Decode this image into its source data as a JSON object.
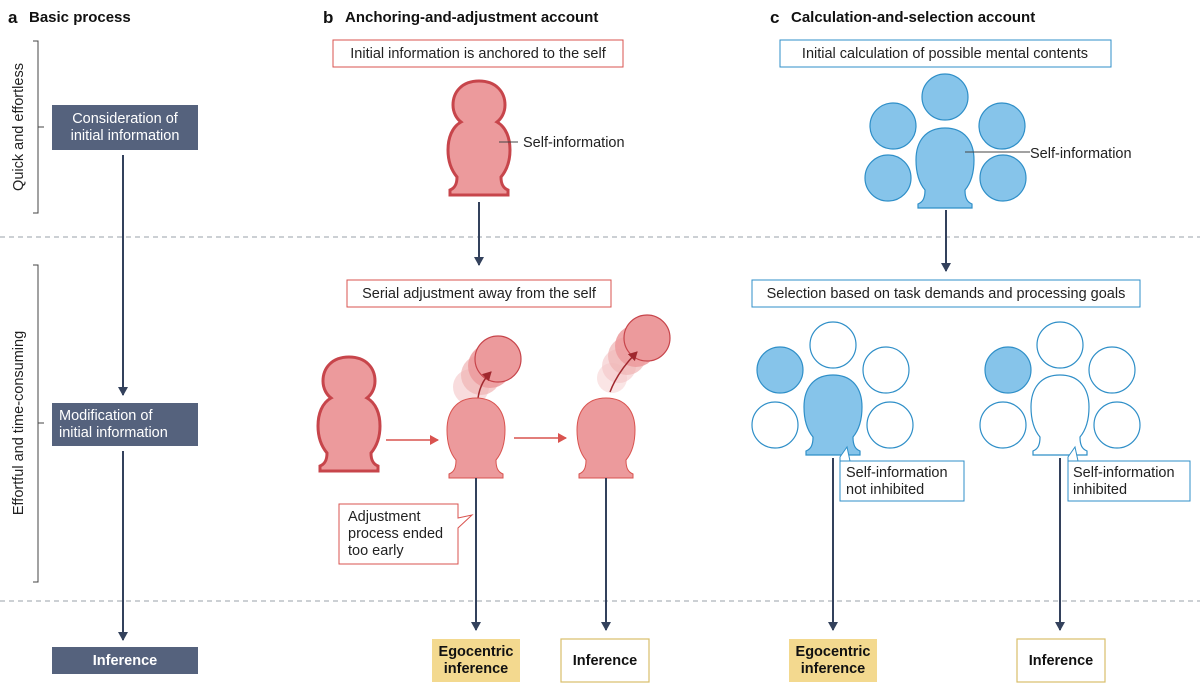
{
  "panels": {
    "a": {
      "letter": "a",
      "title": "Basic process"
    },
    "b": {
      "letter": "b",
      "title": "Anchoring-and-adjustment account"
    },
    "c": {
      "letter": "c",
      "title": "Calculation-and-selection account"
    }
  },
  "side_labels": {
    "quick": "Quick and effortless",
    "effortful": "Effortful and time-consuming"
  },
  "basic": {
    "step1": [
      "Consideration of",
      "initial information"
    ],
    "step2": [
      "Modification of",
      "initial information"
    ],
    "step3": "Inference"
  },
  "anchoring": {
    "top_box": "Initial information is anchored to the self",
    "self_label": "Self-information",
    "mid_box": "Serial adjustment away from the self",
    "callout": [
      "Adjustment",
      "process ended",
      "too early"
    ],
    "out_left": [
      "Egocentric",
      "inference"
    ],
    "out_right": "Inference"
  },
  "calculation": {
    "top_box": "Initial calculation of possible mental contents",
    "self_label": "Self-information",
    "mid_box": "Selection based on task demands and processing goals",
    "callout_left": [
      "Self-information",
      "not inhibited"
    ],
    "callout_right": [
      "Self-information",
      "inhibited"
    ],
    "out_left": [
      "Egocentric",
      "inference"
    ],
    "out_right": "Inference"
  },
  "colors": {
    "navy": "#55627d",
    "arrow": "#33415c",
    "red_fill": "#ec9a9c",
    "red_stroke": "#c7454b",
    "red_box": "#d9534f",
    "blue_fill": "#86c4ea",
    "blue_stroke": "#2f8fc8",
    "yellow": "#f3d98f",
    "yellow_border": "#d9bf6a"
  }
}
